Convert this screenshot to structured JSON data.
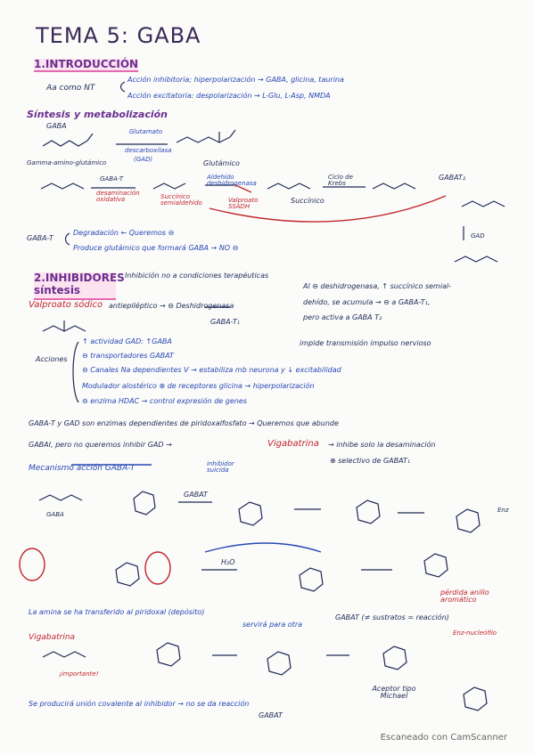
{
  "title": "TEMA 5: GABA",
  "sec1": {
    "heading": "1.INTRODUCCIÓN",
    "lead": "Aa como NT",
    "item1": "Acción inhibitoria; hiperpolarización → GABA, glicina, taurina",
    "item2": "Acción excitatoria: despolarización → L-Glu, L-Asp, NMDA"
  },
  "sintesis": {
    "heading": "Síntesis y metabolización",
    "gaba_label": "GABA",
    "gamma": "Gamma-amino-glutámico",
    "glutamate_top": "Glutamato",
    "decarboxylase": "descarboxilasa",
    "gad": "(GAD)",
    "glutamico": "Glutámico",
    "gaba_t": "GABA-T",
    "deam": "desaminación oxidativa",
    "succinico_semi": "Succínico semialdehído",
    "deshidrogenasa": "Aldehído deshidrogenasa",
    "valproato": "Valproato SSADH",
    "succinico": "Succínico",
    "ciclo_krebs": "Ciclo de Krebs",
    "gabat2": "GABAT₂",
    "gad_right": "GAD",
    "gaba_t_deg": "GABA-T",
    "degradacion": "Degradación ← Queremos ⊖",
    "produce": "Produce glutámico que formará GABA → NO ⊖"
  },
  "sec2": {
    "heading": "2.INHIBIDORES síntesis",
    "inhib": "Inhibición no a condiciones terapéuticas",
    "valproato": "Valproato sódico",
    "antiepileptico": "antiepiléptico → ⊖ Deshidrogenasa",
    "gaba_t1": "GABA-T₁",
    "note_al": "Al ⊖ deshidrogenasa, ↑ succínico semial-",
    "note_dehido": "dehído, se acumula → ⊖ a GABA-T₁,",
    "note_pero": "pero activa a GABA T₂",
    "impide": "impide transmisión impulso nervioso",
    "acciones": "Acciones",
    "acc1": "↑ actividad GAD: ↑GABA",
    "acc2": "⊖ transportadores GABAT",
    "acc3": "⊖ Canales Na dependientes V → estabiliza mb neurona y ↓ excitabilidad",
    "acc4": "Modulador alostérico ⊕ de receptores glicina → hiperpolarización",
    "acc5": "⊖ enzima HDAC → control expresión de genes",
    "pyridoxal": "GABA-T y GAD son enzimas dependientes de piridoxalfosfato → Queremos que abunde",
    "gabai": "GABAI, pero no queremos inhibir GAD →",
    "vigabatrina": "Vigabatrina",
    "inhibe": "→ inhibe solo la desaminación",
    "selectivo": "⊕ selectivo de GABAT₁",
    "inhibidor": "inhibidor suicida"
  },
  "mecanismo": {
    "heading": "Mecanismo acción GABA-T",
    "gaba": "GABA",
    "gabat": "GABAT",
    "h2o": "H₂O",
    "perdida": "pérdida anillo aromático",
    "enz": "Enz",
    "amina": "La amina se ha transferido al piridoxal (depósito)",
    "servira": "servirá para otra",
    "gabat_sus": "GABAT (≠ sustratos = reacción)",
    "enz_nucleofilo": "Enz-nucleófilo"
  },
  "vigabatrina_mech": {
    "heading": "Vigabatrina",
    "importante": "¡importante!",
    "covalente": "Se producirá unión covalente al inhibidor → no se da reacción",
    "gabat": "GABAT",
    "aceptor": "Aceptor tipo Michael"
  },
  "footer": "Escaneado con CamScanner"
}
